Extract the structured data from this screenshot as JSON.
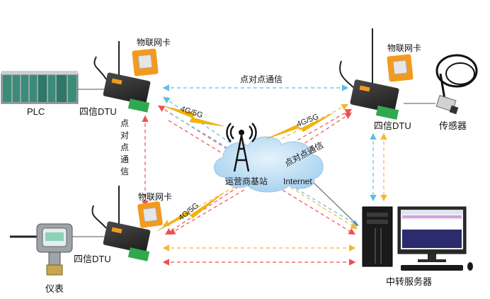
{
  "labels": {
    "plc": "PLC",
    "dtu_tl": "四信DTU",
    "dtu_tr": "四信DTU",
    "dtu_bl": "四信DTU",
    "sim_tl": "物联网卡",
    "sim_tr": "物联网卡",
    "sim_bl": "物联网卡",
    "sensor": "传感器",
    "meter": "仪表",
    "server": "中转服务器",
    "base_station": "运营商基站",
    "internet": "Internet",
    "p2p_top": "点对点通信",
    "p2p_diag": "点对点通信",
    "p2p_vertical": [
      "点",
      "对",
      "点",
      "通",
      "信"
    ],
    "lte_tl": "4G/5G",
    "lte_tr": "4G/5G",
    "lte_bl": "4G/5G"
  },
  "colors": {
    "blue_dash": "#5bc0e8",
    "red_dash": "#f05050",
    "orange_dash": "#f5b733",
    "dtu_green": "#2fa84f",
    "sim_orange": "#f39a1e",
    "bolt": "#f5b400",
    "cloud": "#bcdcf2"
  }
}
